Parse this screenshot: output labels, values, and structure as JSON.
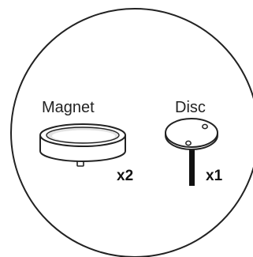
{
  "parts": [
    {
      "label": "Magnet",
      "quantity": "x2",
      "icon": "magnet-icon"
    },
    {
      "label": "Disc",
      "quantity": "x1",
      "icon": "disc-icon"
    }
  ],
  "colors": {
    "stroke": "#222222",
    "fill": "#ffffff",
    "shadow": "#cfcfcf",
    "post": "#111111"
  }
}
